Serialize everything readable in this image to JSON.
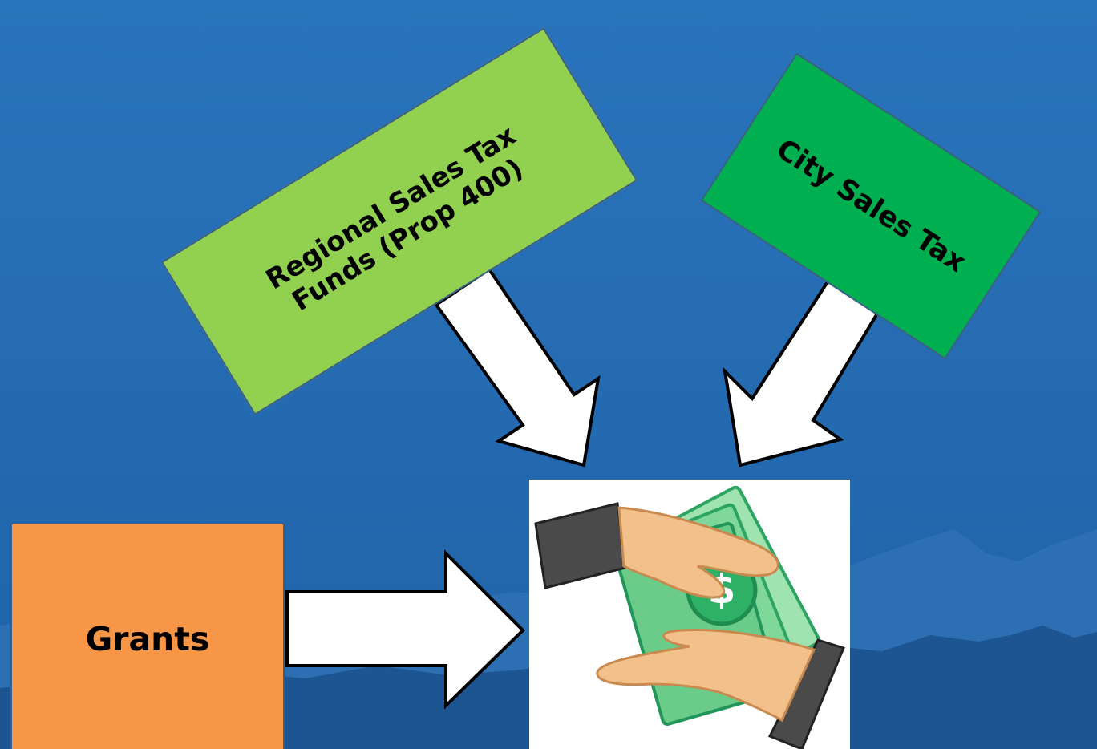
{
  "colors": {
    "background_top": "#2a74bd",
    "background_bottom": "#1f62a6",
    "mountain_far": "#2c6fb3",
    "mountain_near": "#1c5592",
    "regional_box": "#92d050",
    "city_box": "#00b050",
    "grants_box": "#f79646",
    "arrow_fill": "#ffffff",
    "arrow_stroke": "#000000"
  },
  "nodes": {
    "regional": {
      "label": "Regional Sales Tax\nFunds (Prop 400)"
    },
    "city": {
      "label": "City Sales Tax"
    },
    "grants": {
      "label": "Grants"
    }
  },
  "target": {
    "icon": "money-exchange-hands-icon"
  },
  "edges": [
    {
      "from": "regional",
      "to": "target"
    },
    {
      "from": "city",
      "to": "target"
    },
    {
      "from": "grants",
      "to": "target"
    }
  ]
}
